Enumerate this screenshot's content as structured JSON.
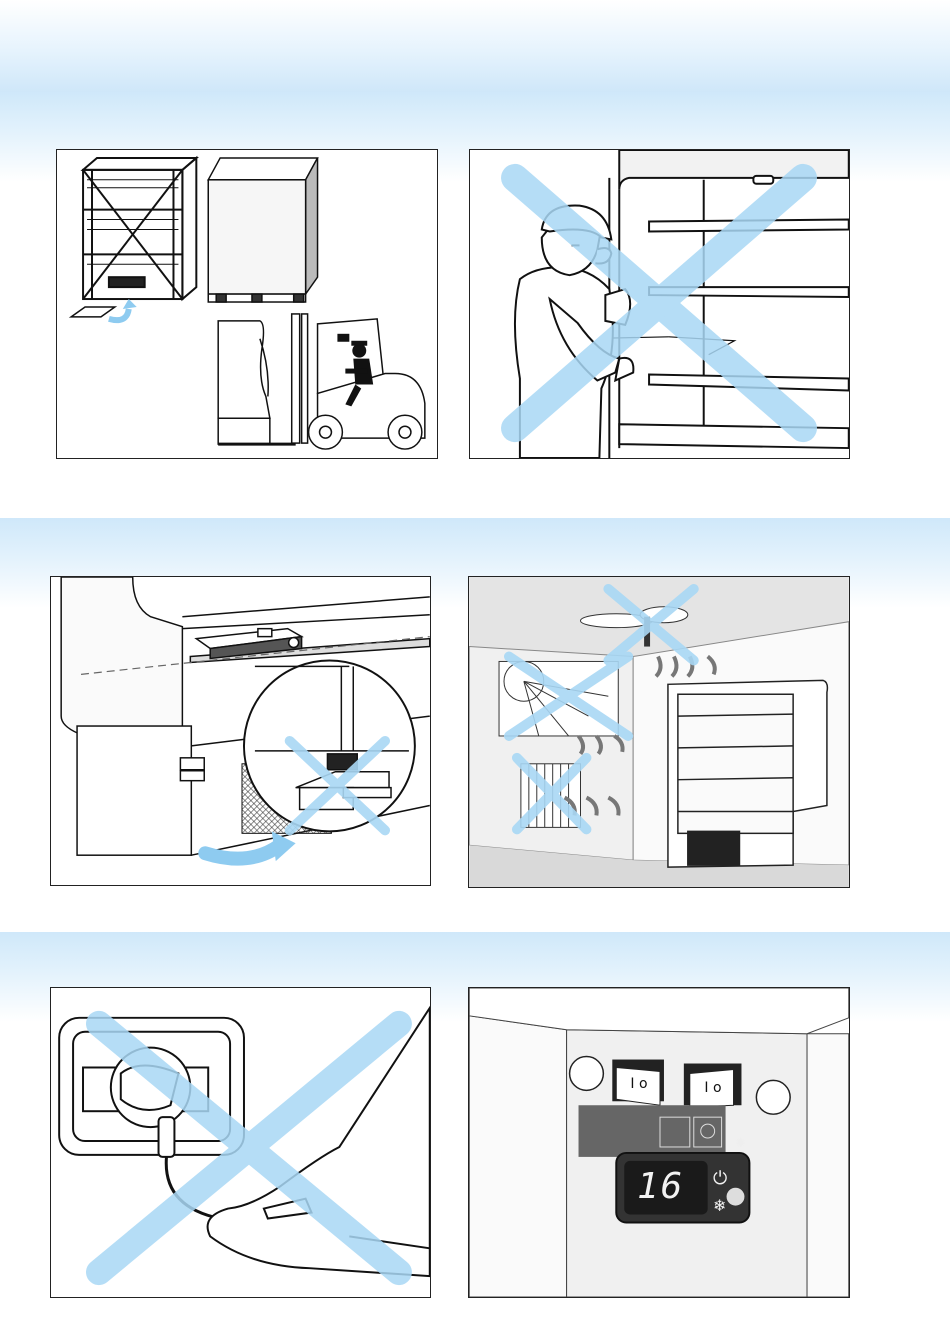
{
  "display": {
    "temperature": "16",
    "power_icon": "power-icon",
    "defrost_icon": "snowflake-icon",
    "light_icon": "light-bulb-icon"
  },
  "switches": [
    {
      "label": "I o"
    },
    {
      "label": "I o"
    }
  ],
  "colors": {
    "band": "#cfe8fa",
    "forbidden_cross": "#a9d8f5",
    "display_digits": "#f2f2f2"
  }
}
